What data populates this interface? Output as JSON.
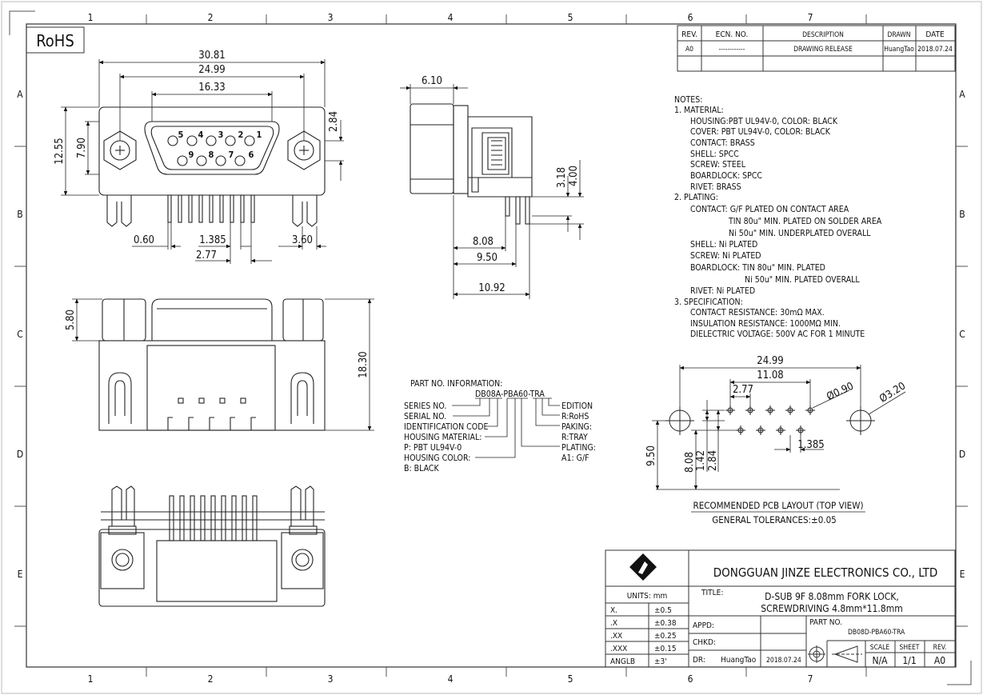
{
  "rohs": "RoHS",
  "grid": {
    "cols": [
      "1",
      "2",
      "3",
      "4",
      "5",
      "6",
      "7"
    ],
    "rows": [
      "A",
      "B",
      "C",
      "D",
      "E"
    ]
  },
  "revision": {
    "headers": [
      "REV.",
      "ECN. NO.",
      "DESCRIPTION",
      "DRAWN",
      "DATE"
    ],
    "row": [
      "A0",
      "------------",
      "DRAWING RELEASE",
      "HuangTao",
      "2018.07.24"
    ]
  },
  "front_view": {
    "d_30_81": "30.81",
    "d_24_99": "24.99",
    "d_16_33": "16.33",
    "d_2_84": "2.84",
    "d_12_55": "12.55",
    "d_7_90": "7.90",
    "d_0_60": "0.60",
    "d_1_385": "1.385",
    "d_2_77": "2.77",
    "d_3_60": "3.60",
    "pins_top": [
      "5",
      "4",
      "3",
      "2",
      "1"
    ],
    "pins_bottom": [
      "9",
      "8",
      "7",
      "6"
    ]
  },
  "side_view": {
    "d_6_10": "6.10",
    "d_3_18": "3.18",
    "d_4_00": "4.00",
    "d_8_08": "8.08",
    "d_9_50": "9.50",
    "d_10_92": "10.92"
  },
  "bottom_view": {
    "d_5_80": "5.80",
    "d_18_30": "18.30"
  },
  "notes": [
    "NOTES:",
    "1. MATERIAL:",
    "HOUSING:PBT UL94V-0, COLOR: BLACK",
    "COVER: PBT UL94V-0, COLOR: BLACK",
    "CONTACT: BRASS",
    "SHELL: SPCC",
    "SCREW: STEEL",
    "BOARDLOCK: SPCC",
    "RIVET: BRASS",
    "2. PLATING:",
    "CONTACT: G/F PLATED ON CONTACT AREA",
    "TIN 80u\" MIN. PLATED ON SOLDER AREA",
    "Ni 50u\" MIN. UNDERPLATED OVERALL",
    "SHELL: Ni PLATED",
    "SCREW: Ni PLATED",
    "BOARDLOCK: TIN 80u\" MIN. PLATED",
    "Ni 50u\" MIN. PLATED OVERALL",
    "RIVET: Ni PLATED",
    "3. SPECIFICATION:",
    "CONTACT RESISTANCE: 30mΩ MAX.",
    "INSULATION RESISTANCE: 1000MΩ MIN.",
    "DIELECTRIC VOLTAGE: 500V AC FOR 1 MINUTE"
  ],
  "part_info": {
    "title": "PART NO. INFORMATION:",
    "code": "DB08A-PBA60-TRA",
    "left": [
      "SERIES NO.",
      "SERIAL NO.",
      "IDENTIFICATION CODE",
      "HOUSING MATERIAL:",
      "P: PBT UL94V-0",
      "HOUSING COLOR:",
      "B: BLACK"
    ],
    "right": [
      "EDITION",
      "R:RoHS",
      "PAKING:",
      "R:TRAY",
      "PLATING:",
      "A1: G/F"
    ]
  },
  "pcb": {
    "d_24_99": "24.99",
    "d_11_08": "11.08",
    "d_2_77": "2.77",
    "d_phi090": "Ø0.90",
    "d_phi320": "Ø3.20",
    "d_1_385": "1.385",
    "d_9_50": "9.50",
    "d_8_08": "8.08",
    "d_1_42": "1.42",
    "d_2_84": "2.84",
    "caption": "RECOMMENDED PCB LAYOUT (TOP VIEW)",
    "tolerance": "GENERAL TOLERANCES:±0.05"
  },
  "title_block": {
    "company": "DONGGUAN JINZE ELECTRONICS CO., LTD",
    "units_label": "UNITS: mm",
    "tolerances": [
      [
        "X.",
        "±0.5"
      ],
      [
        ".X",
        "±0.38"
      ],
      [
        ".XX",
        "±0.25"
      ],
      [
        ".XXX",
        "±0.15"
      ],
      [
        "ANGLB",
        "±3'"
      ]
    ],
    "title_label": "TITLE:",
    "title_line1": "D-SUB 9F 8.08mm FORK LOCK,",
    "title_line2": "SCREWDRIVING 4.8mm*11.8mm",
    "appd_label": "APPD:",
    "chkd_label": "CHKD:",
    "dr_label": "DR:",
    "dr_name": "HuangTao",
    "dr_date": "2018.07.24",
    "partno_label": "PART NO.",
    "partno": "DB08D-PBA60-TRA",
    "scale_label": "SCALE",
    "scale": "N/A",
    "sheet_label": "SHEET",
    "sheet": "1/1",
    "rev_label": "REV.",
    "rev": "A0"
  }
}
